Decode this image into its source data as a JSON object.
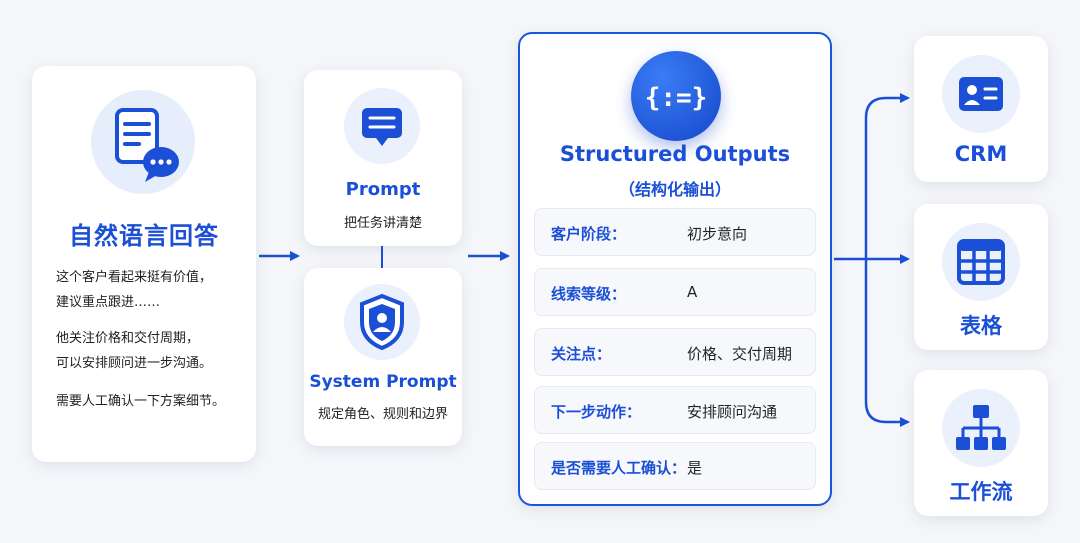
{
  "natural_language": {
    "title": "自然语言回答",
    "para1_line1": "这个客户看起来挺有价值，",
    "para1_line2": "建议重点跟进……",
    "para2_line1": "他关注价格和交付周期，",
    "para2_line2": "可以安排顾问进一步沟通。",
    "para3": "需要人工确认一下方案细节。"
  },
  "prompt": {
    "title": "Prompt",
    "subtitle": "把任务讲清楚"
  },
  "system_prompt": {
    "title": "System Prompt",
    "subtitle": "规定角色、规则和边界"
  },
  "structured_outputs": {
    "icon_text": "{:=}",
    "title": "Structured Outputs",
    "subtitle": "（结构化输出）",
    "fields": [
      {
        "key": "客户阶段：",
        "value": "初步意向"
      },
      {
        "key": "线索等级：",
        "value": "A"
      },
      {
        "key": "关注点：",
        "value": "价格、交付周期"
      },
      {
        "key": "下一步动作：",
        "value": "安排顾问沟通"
      },
      {
        "key": "是否需要人工确认：",
        "value": "是"
      }
    ]
  },
  "targets": [
    {
      "label": "CRM",
      "icon": "contact-card-icon"
    },
    {
      "label": "表格",
      "icon": "table-icon"
    },
    {
      "label": "工作流",
      "icon": "workflow-icon"
    }
  ],
  "colors": {
    "accent": "#1a4fd6",
    "background": "#f5f6f9",
    "card": "#ffffff",
    "icon_circle": "#eaf0fc"
  }
}
